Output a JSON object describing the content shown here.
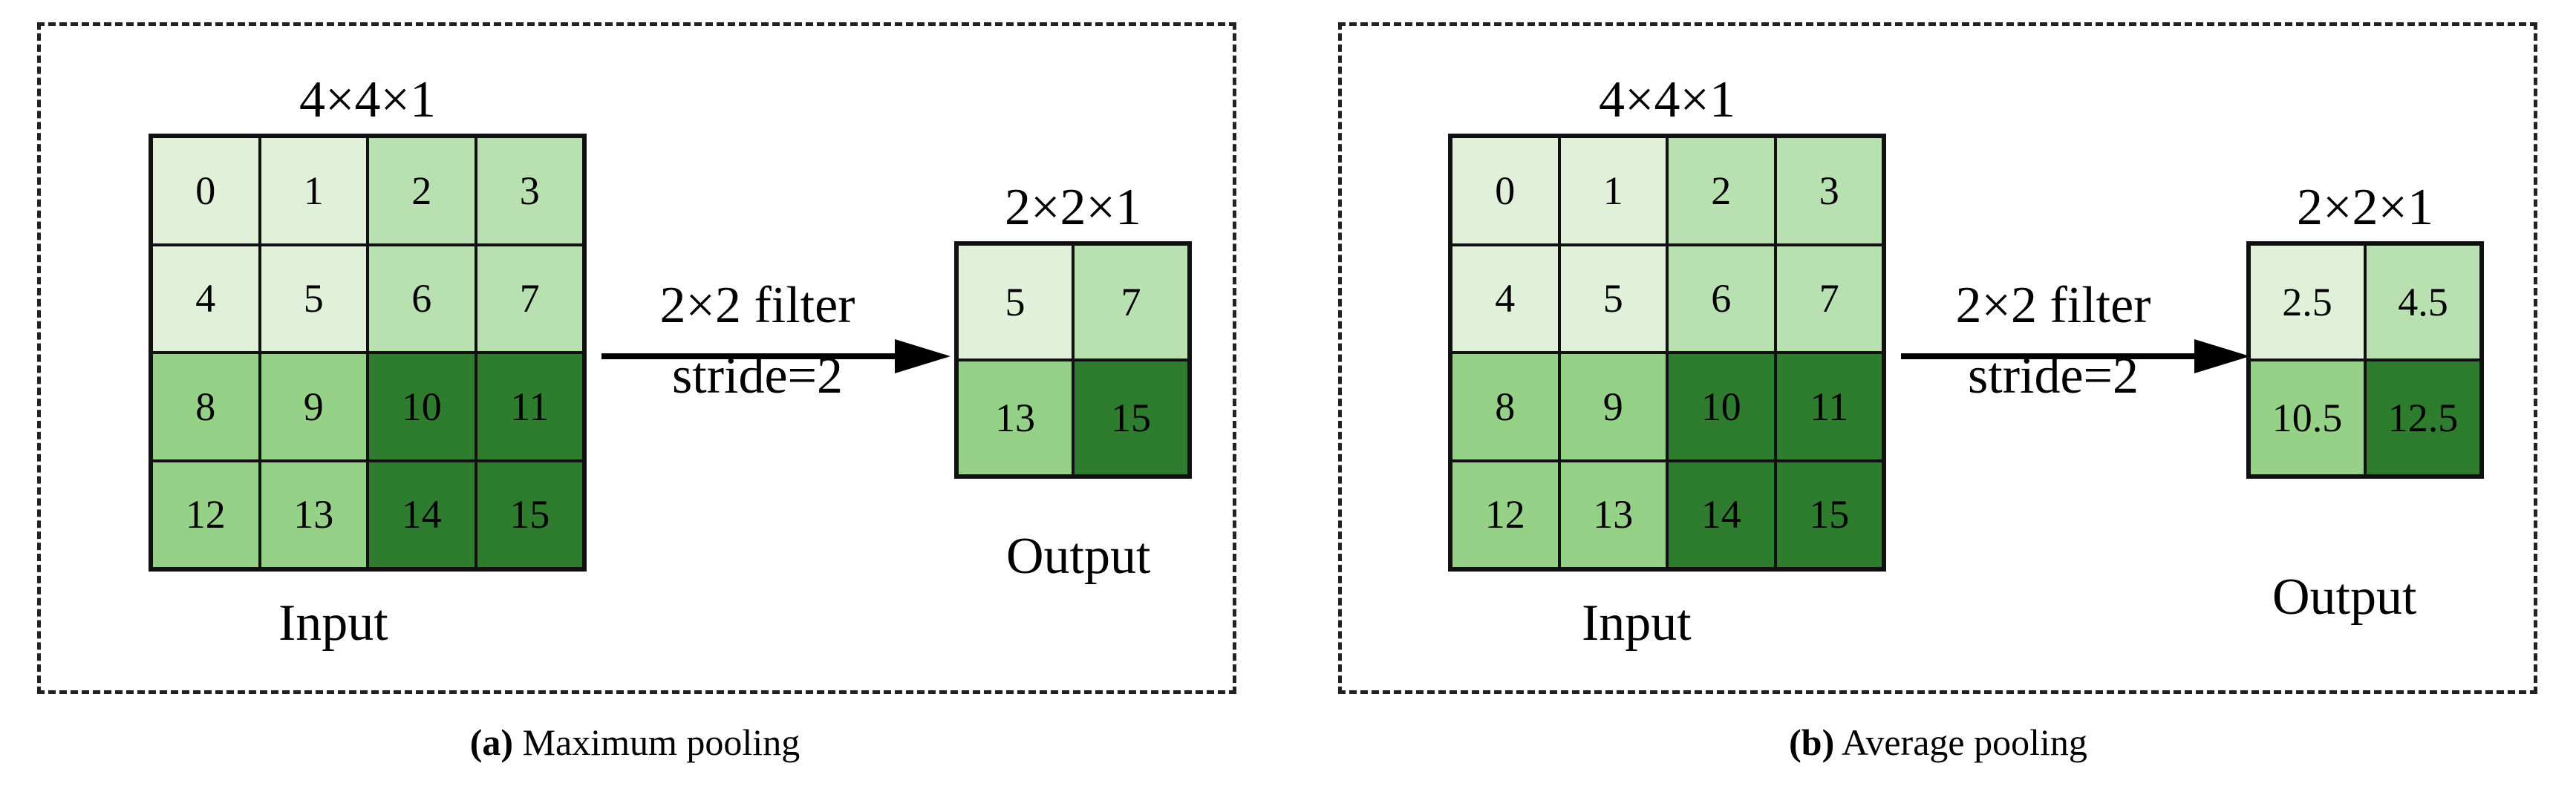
{
  "colors": {
    "light": "#e0f0d9",
    "medium": "#b9e0b0",
    "mid": "#95d186",
    "dark": "#2e7d2e"
  },
  "panels": [
    {
      "input_dim": "4×4×1",
      "input_label": "Input",
      "input_cells": [
        {
          "v": "0",
          "shade": "light"
        },
        {
          "v": "1",
          "shade": "light"
        },
        {
          "v": "2",
          "shade": "medium"
        },
        {
          "v": "3",
          "shade": "medium"
        },
        {
          "v": "4",
          "shade": "light"
        },
        {
          "v": "5",
          "shade": "light"
        },
        {
          "v": "6",
          "shade": "medium"
        },
        {
          "v": "7",
          "shade": "medium"
        },
        {
          "v": "8",
          "shade": "mid"
        },
        {
          "v": "9",
          "shade": "mid"
        },
        {
          "v": "10",
          "shade": "dark"
        },
        {
          "v": "11",
          "shade": "dark"
        },
        {
          "v": "12",
          "shade": "mid"
        },
        {
          "v": "13",
          "shade": "mid"
        },
        {
          "v": "14",
          "shade": "dark"
        },
        {
          "v": "15",
          "shade": "dark"
        }
      ],
      "op_line1": "2×2 filter",
      "op_line2": "stride=2",
      "output_dim": "2×2×1",
      "output_label": "Output",
      "output_cells": [
        {
          "v": "5",
          "shade": "light"
        },
        {
          "v": "7",
          "shade": "medium"
        },
        {
          "v": "13",
          "shade": "mid"
        },
        {
          "v": "15",
          "shade": "dark"
        }
      ],
      "caption_tag": "(a)",
      "caption_text": " Maximum pooling"
    },
    {
      "input_dim": "4×4×1",
      "input_label": "Input",
      "input_cells": [
        {
          "v": "0",
          "shade": "light"
        },
        {
          "v": "1",
          "shade": "light"
        },
        {
          "v": "2",
          "shade": "medium"
        },
        {
          "v": "3",
          "shade": "medium"
        },
        {
          "v": "4",
          "shade": "light"
        },
        {
          "v": "5",
          "shade": "light"
        },
        {
          "v": "6",
          "shade": "medium"
        },
        {
          "v": "7",
          "shade": "medium"
        },
        {
          "v": "8",
          "shade": "mid"
        },
        {
          "v": "9",
          "shade": "mid"
        },
        {
          "v": "10",
          "shade": "dark"
        },
        {
          "v": "11",
          "shade": "dark"
        },
        {
          "v": "12",
          "shade": "mid"
        },
        {
          "v": "13",
          "shade": "mid"
        },
        {
          "v": "14",
          "shade": "dark"
        },
        {
          "v": "15",
          "shade": "dark"
        }
      ],
      "op_line1": "2×2 filter",
      "op_line2": "stride=2",
      "output_dim": "2×2×1",
      "output_label": "Output",
      "output_cells": [
        {
          "v": "2.5",
          "shade": "light"
        },
        {
          "v": "4.5",
          "shade": "medium"
        },
        {
          "v": "10.5",
          "shade": "mid"
        },
        {
          "v": "12.5",
          "shade": "dark"
        }
      ],
      "caption_tag": "(b)",
      "caption_text": " Average pooling"
    }
  ]
}
